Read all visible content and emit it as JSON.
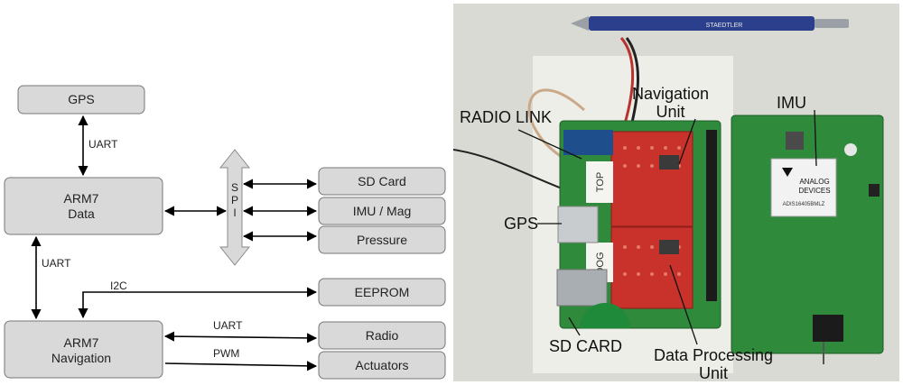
{
  "diagram": {
    "blocks": {
      "gps": "GPS",
      "arm7_data_line1": "ARM7",
      "arm7_data_line2": "Data",
      "arm7_nav_line1": "ARM7",
      "arm7_nav_line2": "Navigation",
      "sd_card": "SD Card",
      "imu_mag": "IMU / Mag",
      "pressure": "Pressure",
      "eeprom": "EEPROM",
      "radio": "Radio",
      "actuators": "Actuators"
    },
    "links": {
      "gps_uart": "UART",
      "data_nav_uart": "UART",
      "spi_letters": [
        "S",
        "P",
        "I"
      ],
      "i2c": "I2C",
      "radio_uart": "UART",
      "pwm": "PWM"
    }
  },
  "photo": {
    "callouts": {
      "radio_link": "RADIO LINK",
      "navigation_unit_line1": "Navigation",
      "navigation_unit_line2": "Unit",
      "imu": "IMU",
      "gps": "GPS",
      "sd_card": "SD CARD",
      "data_processing_line1": "Data Processing",
      "data_processing_line2": "Unit"
    },
    "pcb_text": {
      "label_top": "TOP",
      "label_dog": "DOG",
      "chip_brand_line1": "ANALOG",
      "chip_brand_line2": "DEVICES",
      "chip_part": "ADIS16405BMLZ",
      "pen_brand": "STAEDTLER"
    },
    "colors": {
      "pcb_green": "#2f8a3c",
      "board_red": "#c8322a"
    }
  }
}
